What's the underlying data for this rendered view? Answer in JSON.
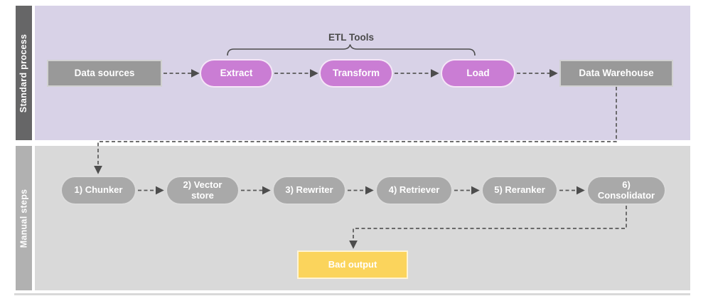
{
  "diagram": {
    "etl_tools_label": "ETL Tools",
    "lanes": [
      {
        "label": "Standard process",
        "nodes": [
          {
            "label": "Data sources"
          },
          {
            "label": "Extract"
          },
          {
            "label": "Transform"
          },
          {
            "label": "Load"
          },
          {
            "label": "Data Warehouse"
          }
        ]
      },
      {
        "label": "Manual steps",
        "nodes": [
          {
            "label": "1) Chunker"
          },
          {
            "label": "2) Vector store"
          },
          {
            "label": "3) Rewriter"
          },
          {
            "label": "4) Retriever"
          },
          {
            "label": "5) Reranker"
          },
          {
            "label": "6) Consolidator"
          },
          {
            "label": "Bad output"
          }
        ]
      }
    ],
    "colors": {
      "standard_lane_bg": "#d8d2e7",
      "standard_label_bar": "#666667",
      "manual_lane_bg": "#d9d9d9",
      "manual_label_bar": "#b1b1b1",
      "etl_pill_fill": "#ca7dd4",
      "gray_box_fill": "#999999",
      "manual_pill_fill": "#a9a9a9",
      "bad_output_fill": "#fbd45c",
      "connector_color": "#4d4d4d"
    }
  }
}
